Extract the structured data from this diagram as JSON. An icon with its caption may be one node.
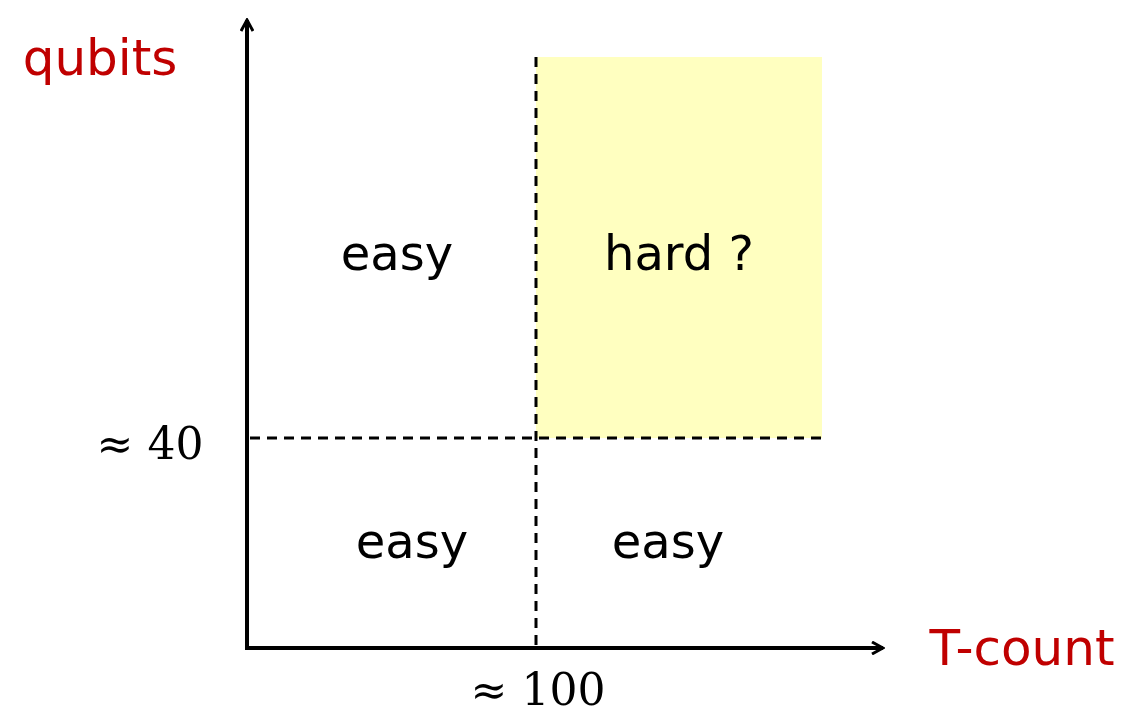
{
  "diagram": {
    "nodes": [
      {
        "text": [
          "hard ?"
        ]
      }
    ],
    "labels": [
      "qubits",
      "easy",
      "≈ 40",
      "easy",
      "easy",
      "T-count",
      "≈ 100"
    ]
  }
}
